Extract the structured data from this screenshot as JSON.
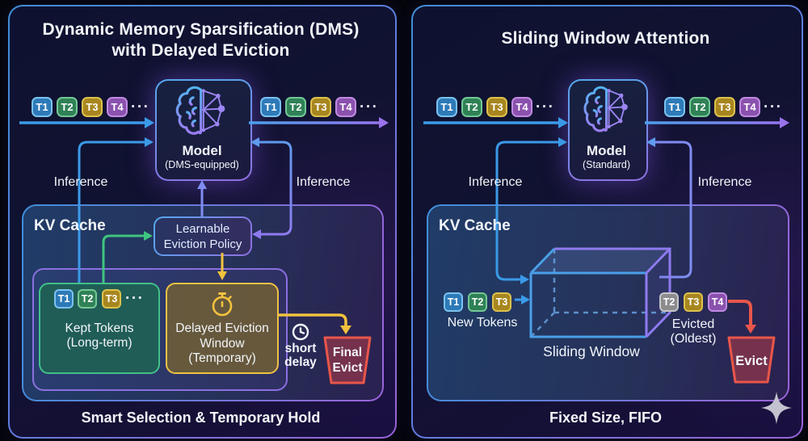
{
  "colors": {
    "accent_blue": "#3b9ae8",
    "accent_purple": "#8f7bf0",
    "green": "#3ec57f",
    "yellow": "#f2c23e",
    "red": "#e8564a",
    "token_t1": "#2d7ab8",
    "token_t2": "#2f8156",
    "token_t3": "#a8861f",
    "token_t4": "#8a51ad",
    "token_evicted_gray": "#8c8c8e"
  },
  "left": {
    "title_line1": "Dynamic Memory Sparsification (DMS)",
    "title_line2": "with Delayed Eviction",
    "tokens_in": [
      "T1",
      "T2",
      "T3",
      "T4"
    ],
    "tokens_out": [
      "T1",
      "T2",
      "T3",
      "T4"
    ],
    "ellipsis": "···",
    "model_label": "Model",
    "model_sublabel": "(DMS-equipped)",
    "inference_left": "Inference",
    "inference_right": "Inference",
    "kv_cache_label": "KV Cache",
    "policy_line1": "Learnable",
    "policy_line2": "Eviction Policy",
    "kept_tokens": [
      "T1",
      "T2",
      "T3"
    ],
    "kept_label_line1": "Kept Tokens",
    "kept_label_line2": "(Long-term)",
    "delayed_line1": "Delayed Eviction",
    "delayed_line2": "Window",
    "delayed_line3": "(Temporary)",
    "short_delay_line1": "short",
    "short_delay_line2": "delay",
    "final_evict_line1": "Final",
    "final_evict_line2": "Evict",
    "caption": "Smart Selection & Temporary Hold"
  },
  "right": {
    "title": "Sliding Window Attention",
    "tokens_in": [
      "T1",
      "T2",
      "T3",
      "T4"
    ],
    "tokens_out": [
      "T1",
      "T2",
      "T3",
      "T4"
    ],
    "ellipsis": "···",
    "model_label": "Model",
    "model_sublabel": "(Standard)",
    "inference_left": "Inference",
    "inference_right": "Inference",
    "kv_cache_label": "KV Cache",
    "new_tokens": [
      "T1",
      "T2",
      "T3"
    ],
    "new_tokens_label": "New Tokens",
    "sliding_window_label": "Sliding Window",
    "evicted_tokens": [
      "T2",
      "T3",
      "T4"
    ],
    "evicted_label_line1": "Evicted",
    "evicted_label_line2": "(Oldest)",
    "evict_label": "Evict",
    "caption": "Fixed Size, FIFO"
  }
}
